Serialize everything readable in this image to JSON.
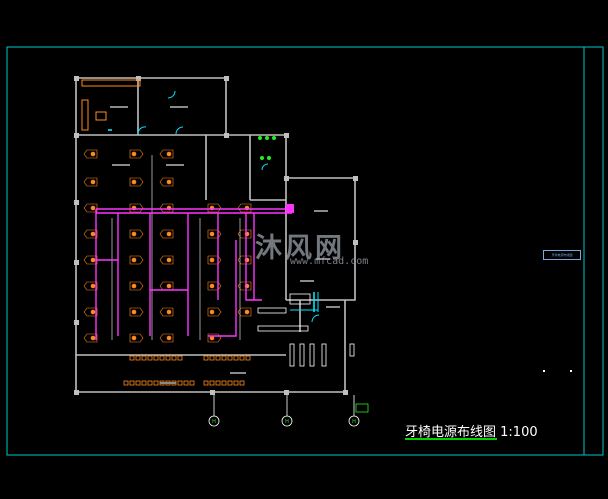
{
  "drawing": {
    "title": "牙椅电源布线图",
    "scale": "1:100",
    "side_label": "牙椅电源布线图",
    "axis_bubbles": [
      "H",
      "H",
      "H"
    ]
  },
  "watermark": {
    "text": "沐风网",
    "url": "www.mfcad.com"
  },
  "colors": {
    "background": "#000000",
    "frame": "#00c8c8",
    "walls": "#c0c0c0",
    "chairs": "#ff8a1e",
    "wiring": "#ff33ff",
    "doors": "#00e5ff",
    "plants": "#22ee22",
    "title_underline": "#00d400"
  }
}
